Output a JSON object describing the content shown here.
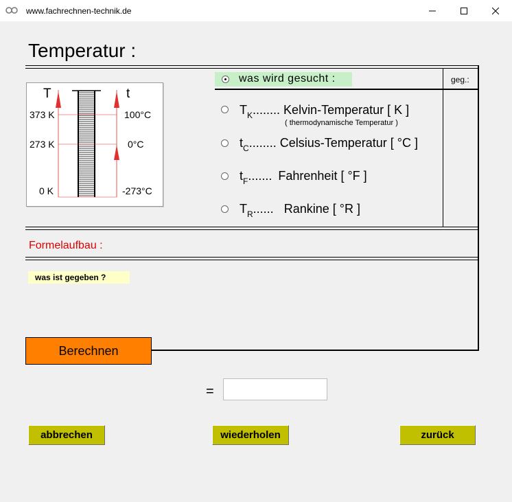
{
  "window": {
    "title": "www.fachrechnen-technik.de",
    "minimize_icon": "minimize-icon",
    "maximize_icon": "maximize-icon",
    "close_icon": "close-icon"
  },
  "page": {
    "title": "Temperatur :"
  },
  "thermometer": {
    "left_symbol": "T",
    "right_symbol": "t",
    "left_labels": [
      "373 K",
      "273 K",
      "0 K"
    ],
    "right_labels": [
      "100°C",
      "0°C",
      "-273°C"
    ]
  },
  "sought": {
    "label": "was  wird  gesucht :",
    "given_header": "geg.:",
    "options": [
      {
        "symbol": "T",
        "sub": "K",
        "dots": "........",
        "text": "Kelvin-Temperatur   [ K ]",
        "note": "( thermodynamische Temperatur )"
      },
      {
        "symbol": "t",
        "sub": "C",
        "dots": "........",
        "text": "Celsius-Temperatur  [ °C ]"
      },
      {
        "symbol": "t",
        "sub": "F",
        "dots": ".......",
        "text": "Fahrenheit  [ °F ]"
      },
      {
        "symbol": "T",
        "sub": "R",
        "dots": "......",
        "text": "Rankine  [ °R ]"
      }
    ]
  },
  "formula": {
    "label": "Formelaufbau :"
  },
  "given": {
    "label": "was ist gegeben ?"
  },
  "calculate": {
    "label": "Berechnen"
  },
  "result": {
    "equals": "=",
    "value": ""
  },
  "buttons": {
    "cancel": "abbrechen",
    "repeat": "wiederholen",
    "back": "zurück"
  },
  "colors": {
    "calc_button": "#ff8000",
    "olive_button": "#c0c000",
    "sought_bg": "#c8f0c8",
    "given_bg": "#ffffc8",
    "formula_label": "#e00000",
    "arrow": "#e03030"
  }
}
